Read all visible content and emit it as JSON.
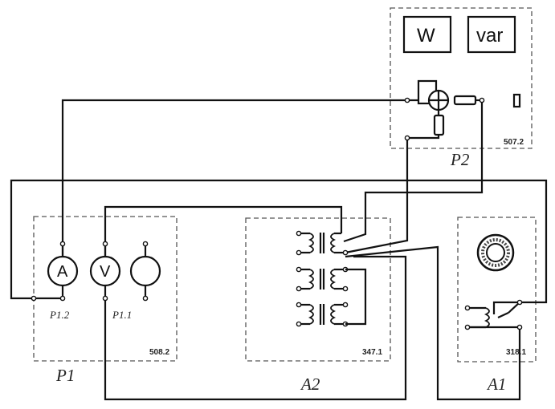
{
  "blocks": {
    "p1": {
      "label": "P1",
      "code": "508.2",
      "ammeter": "A",
      "voltmeter": "V",
      "terminal_left": "P1.2",
      "terminal_right": "P1.1"
    },
    "a2": {
      "label": "A2",
      "code": "347.1"
    },
    "a1": {
      "label": "A1",
      "code": "318.1"
    },
    "p2": {
      "label": "P2",
      "code": "507.2",
      "display_w": "W",
      "display_var": "var"
    }
  }
}
